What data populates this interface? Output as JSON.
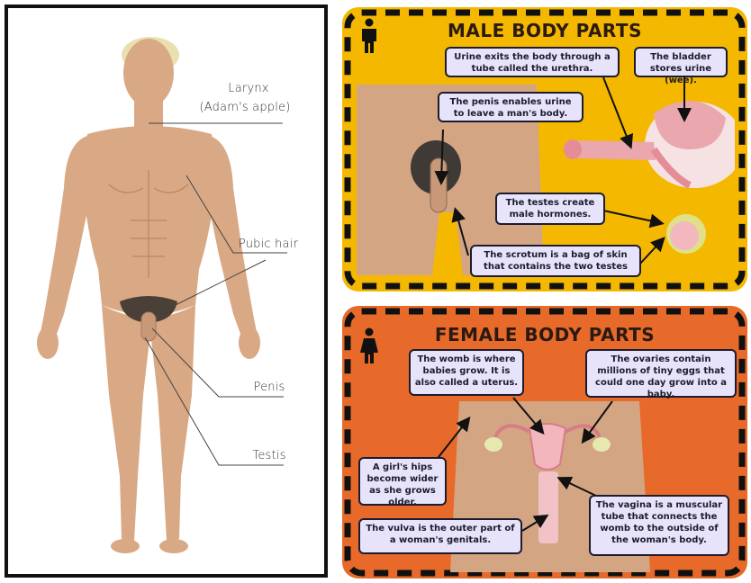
{
  "left_diagram": {
    "labels": {
      "larynx": "Larynx",
      "adams_apple": "(Adam's apple)",
      "pubic_hair": "Pubic hair",
      "penis": "Penis",
      "testis": "Testis"
    }
  },
  "male": {
    "title": "MALE BODY PARTS",
    "icon": "man-icon",
    "boxes": {
      "urethra": "Urine exits the body through a tube called the urethra.",
      "bladder": "The bladder stores urine (wee).",
      "penis": "The penis enables urine to leave a man's body.",
      "testes": "The testes create male hormones.",
      "scrotum": "The scrotum is a bag of skin that contains the two testes"
    }
  },
  "female": {
    "title": "FEMALE BODY PARTS",
    "icon": "woman-icon",
    "boxes": {
      "womb": "The womb is where babies grow. It is also called a uterus.",
      "ovaries": "The ovaries contain millions of tiny eggs that could one day grow into a baby.",
      "hips": "A girl's hips become wider as she grows older.",
      "vagina": "The vagina is a muscular tube that connects the womb to the outside of the woman's body.",
      "vulva": "The vulva is the outer part of a woman's genitals."
    }
  },
  "colors": {
    "male_bg": "#f5b800",
    "female_bg": "#e86a2a",
    "box_bg": "#e6e3fa",
    "skin": "#d4a583"
  }
}
